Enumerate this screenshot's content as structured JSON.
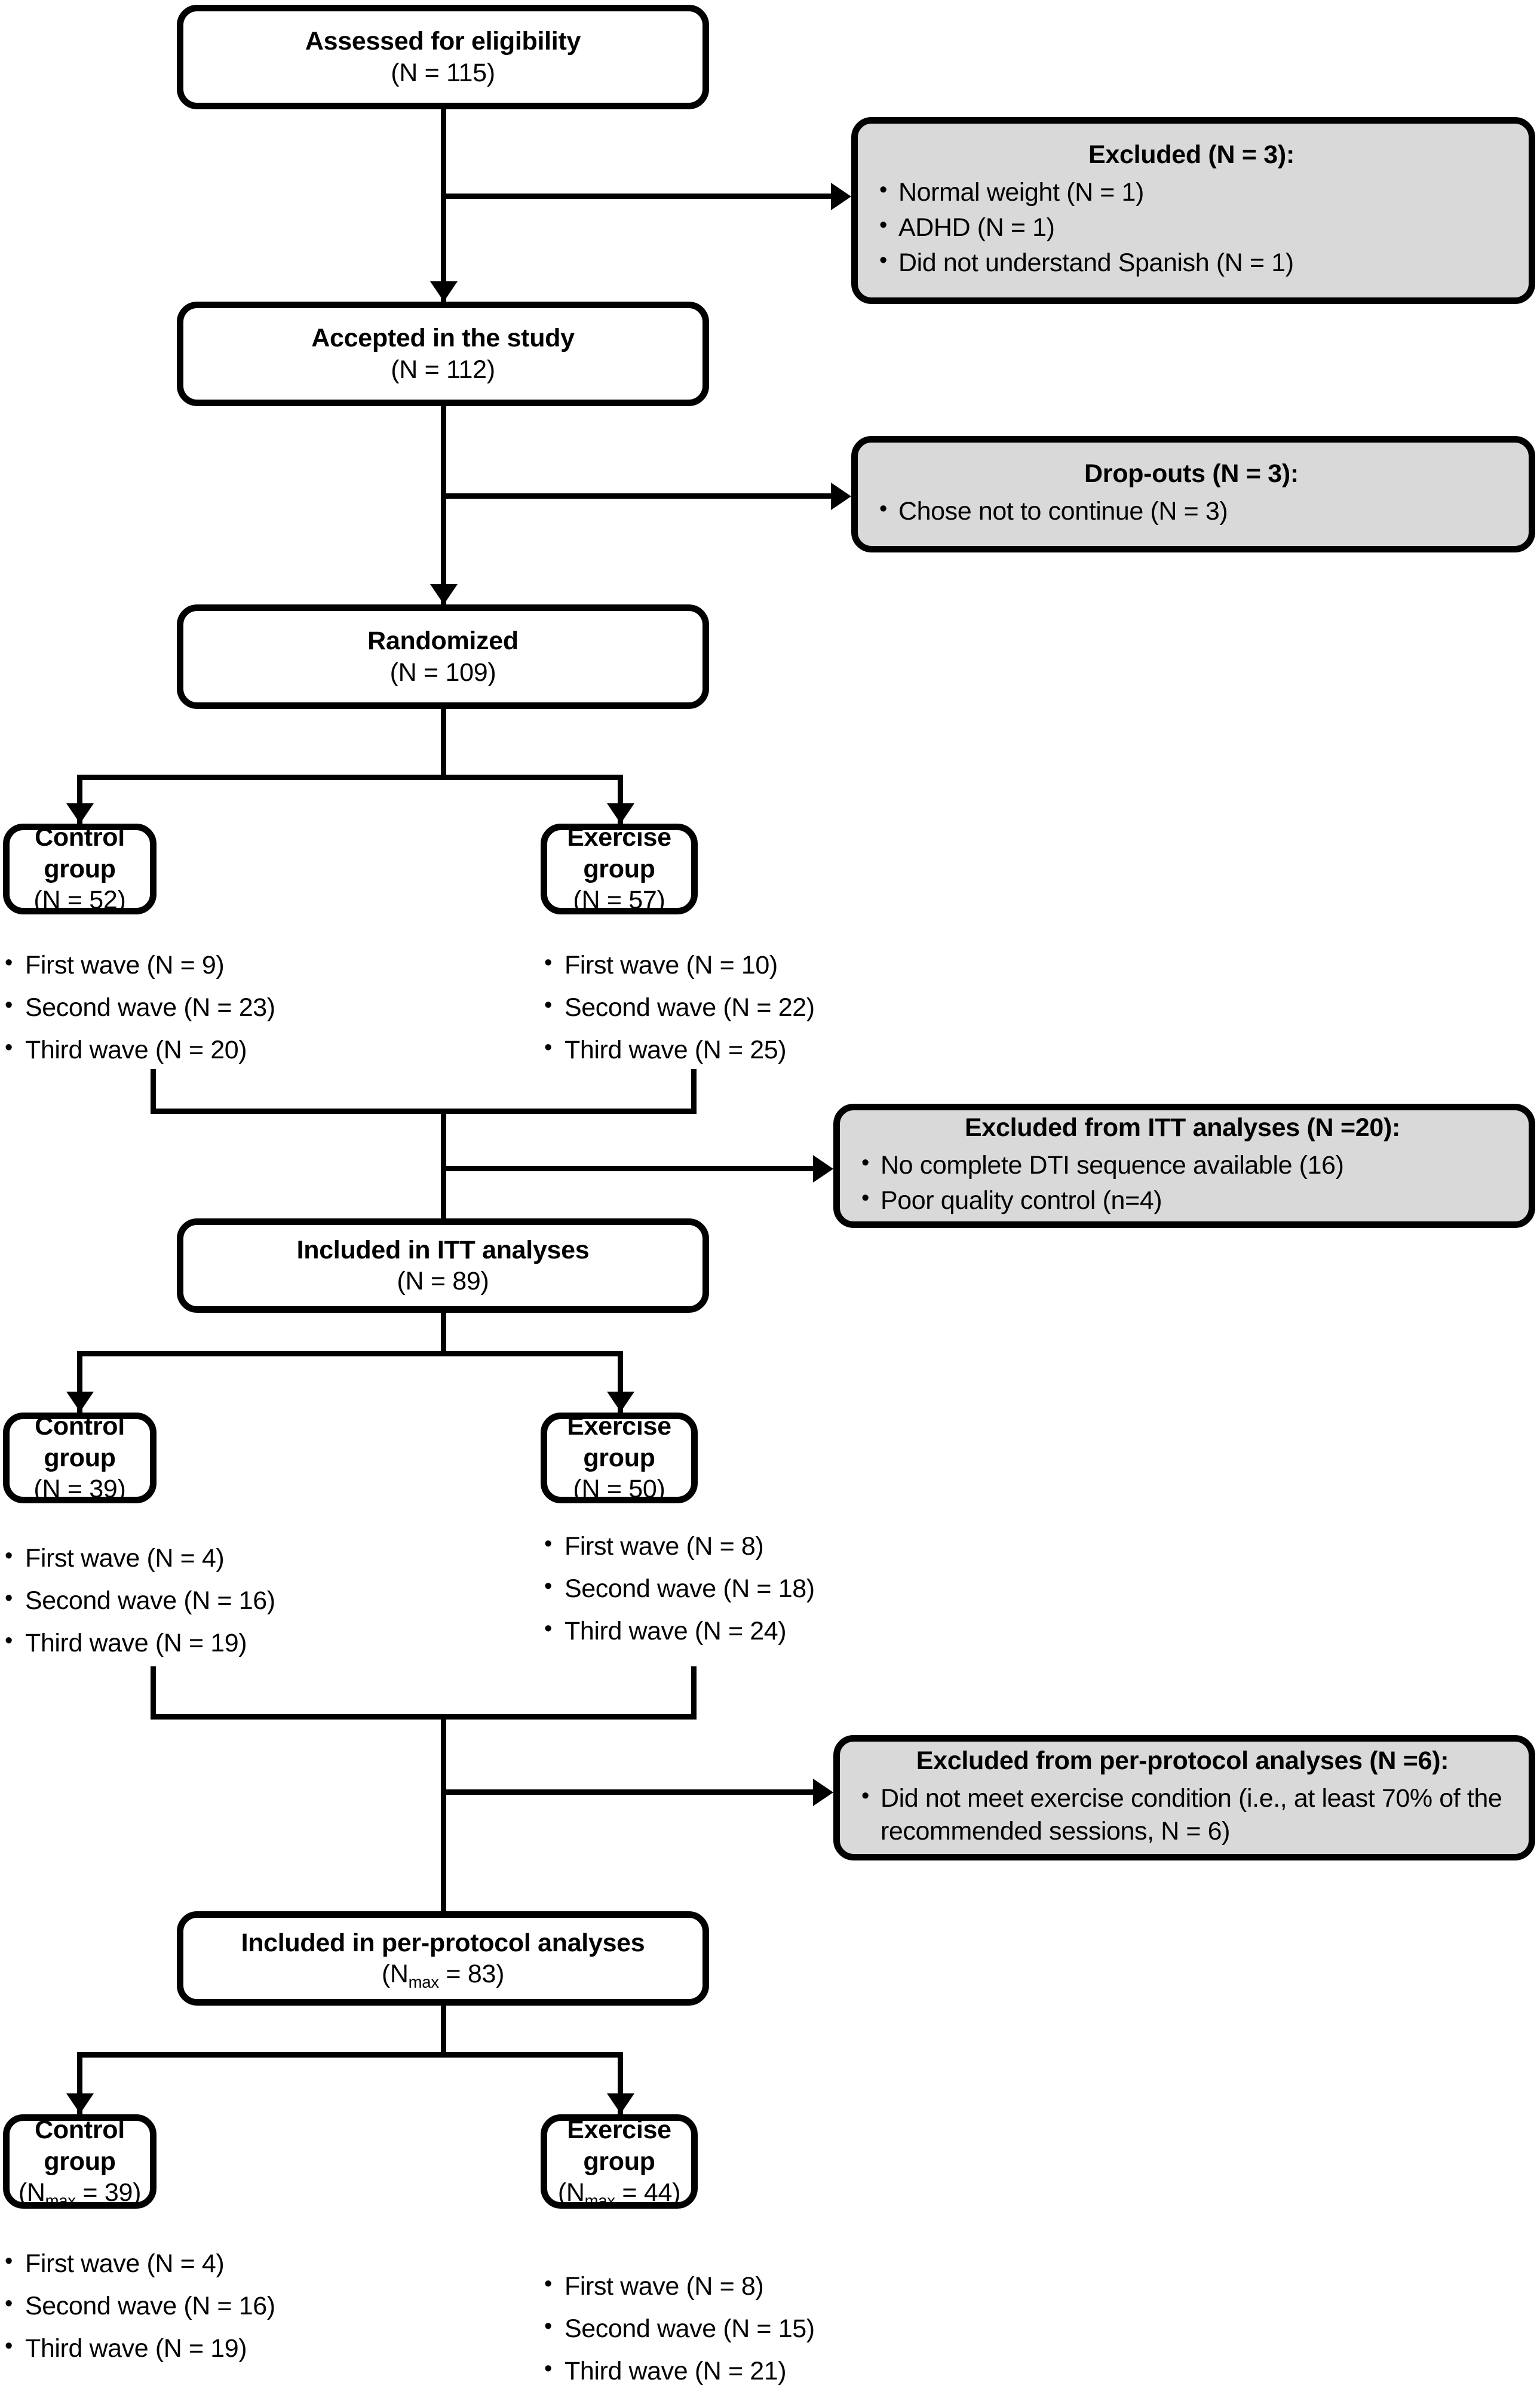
{
  "diagram": {
    "type": "CONSORT participant flow diagram",
    "nodes": {
      "assessed": {
        "title": "Assessed for eligibility",
        "sub": "(N = 115)"
      },
      "accepted": {
        "title": "Accepted in the study",
        "sub": "(N = 112)"
      },
      "randomized": {
        "title": "Randomized",
        "sub": "(N = 109)"
      },
      "itt_included": {
        "title": "Included in ITT analyses",
        "sub": "(N = 89)"
      },
      "pp_included": {
        "title": "Included in per-protocol analyses",
        "sub_prefix": "(N",
        "sub_subscript": "max",
        "sub_suffix": " = 83)"
      },
      "control_rand": {
        "title": "Control group",
        "sub": "(N = 52)"
      },
      "exercise_rand": {
        "title": "Exercise group",
        "sub": "(N = 57)"
      },
      "control_itt": {
        "title": "Control group",
        "sub": "(N = 39)"
      },
      "exercise_itt": {
        "title": "Exercise group",
        "sub": "(N = 50)"
      },
      "control_pp": {
        "title": "Control group",
        "sub_prefix": "(N",
        "sub_subscript": "max",
        "sub_suffix": " = 39)"
      },
      "exercise_pp": {
        "title": "Exercise group",
        "sub_prefix": "(N",
        "sub_subscript": "max",
        "sub_suffix": " = 44)"
      }
    },
    "excluded_boxes": {
      "excluded_eligibility": {
        "title": "Excluded (N = 3):",
        "items": [
          "Normal weight (N = 1)",
          "ADHD (N = 1)",
          "Did not understand Spanish (N = 1)"
        ]
      },
      "dropouts": {
        "title": "Drop-outs (N = 3):",
        "items": [
          "Chose not to continue (N = 3)"
        ]
      },
      "excluded_itt": {
        "title": "Excluded from ITT analyses (N =20):",
        "items": [
          "No complete DTI sequence available (16)",
          "Poor quality control (n=4)"
        ]
      },
      "excluded_pp": {
        "title": "Excluded from per-protocol analyses (N =6):",
        "items": [
          "Did not meet exercise condition (i.e., at least 70% of the recommended sessions, N = 6)"
        ]
      }
    },
    "wave_lists": {
      "control_rand_waves": [
        "First wave (N = 9)",
        "Second wave (N = 23)",
        "Third wave (N = 20)"
      ],
      "exercise_rand_waves": [
        "First wave (N = 10)",
        "Second wave (N = 22)",
        "Third wave (N = 25)"
      ],
      "control_itt_waves": [
        "First wave (N = 4)",
        "Second wave (N = 16)",
        "Third wave (N = 19)"
      ],
      "exercise_itt_waves": [
        "First wave (N = 8)",
        "Second wave (N = 18)",
        "Third wave (N = 24)"
      ],
      "control_pp_waves": [
        "First wave (N = 4)",
        "Second wave (N = 16)",
        "Third wave (N = 19)"
      ],
      "exercise_pp_waves": [
        "First wave (N = 8)",
        "Second wave (N = 15)",
        "Third wave (N = 21)"
      ]
    },
    "colors": {
      "stroke": "#000000",
      "node_fill": "#ffffff",
      "excluded_fill": "#d9d9d9",
      "text": "#000000"
    }
  }
}
